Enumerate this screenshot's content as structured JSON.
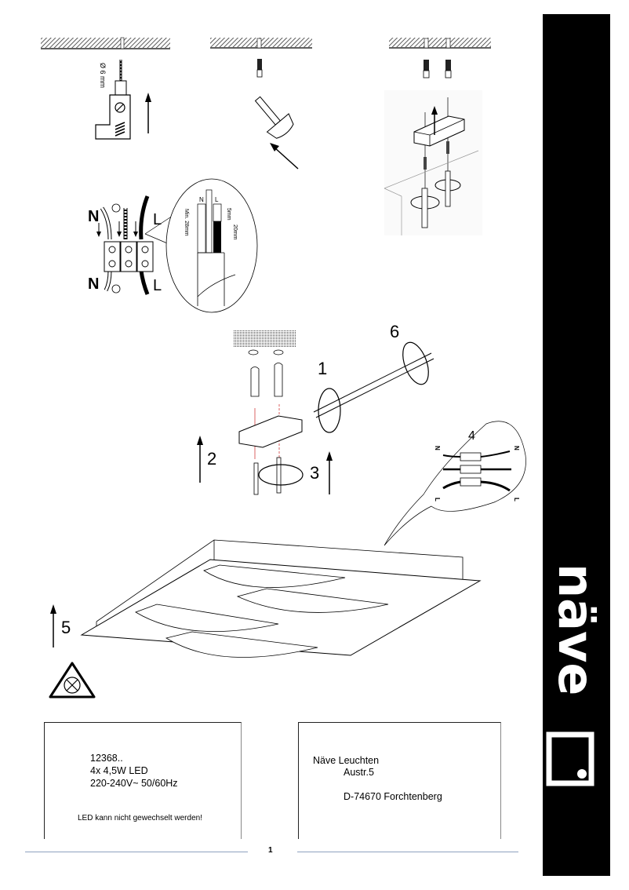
{
  "document": {
    "type": "Installation instructions - LED ceiling lamp",
    "page_number": "1"
  },
  "brand": {
    "logo_text": "näve",
    "bar_color": "#000000",
    "logo_color": "#ffffff"
  },
  "steps": {
    "drill": {
      "drill_size": "Ø 6 mm"
    },
    "wiring": {
      "neutral_label": "N",
      "live_label": "L",
      "detail": {
        "neutral": "N",
        "live": "L",
        "min_length": "Min. 28mm",
        "strip_short": "5mm",
        "strip_long": "20mm"
      }
    },
    "mounting": {
      "step1": "1",
      "step2": "2",
      "step3": "3",
      "step4": "4",
      "step5": "5",
      "step6": "6",
      "terminal_detail": {
        "neutral": "N",
        "live": "L"
      }
    }
  },
  "product_info": {
    "article_number": "12368..",
    "lamp": "4x 4,5W LED",
    "voltage": "220-240V~ 50/60Hz",
    "note": "LED kann nicht gewechselt werden!"
  },
  "manufacturer": {
    "name": "Näve Leuchten",
    "street": "Austr.5",
    "city": "D-74670 Forchtenberg"
  },
  "colors": {
    "footer_rule": "#8ea2bf",
    "drill_hole_line": "#cc2222"
  }
}
